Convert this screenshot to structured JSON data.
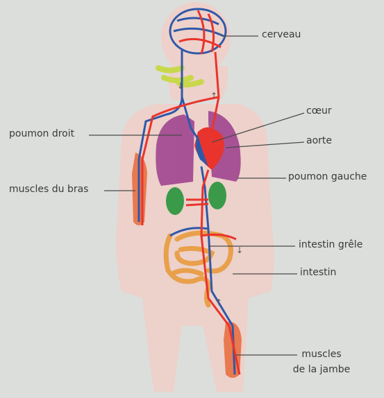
{
  "diagram": {
    "labels": {
      "cerveau": "cerveau",
      "coeur": "cœur",
      "aorte": "aorte",
      "poumon_droit": "poumon droit",
      "poumon_gauche": "poumon gauche",
      "muscles_bras": "muscles du bras",
      "intestin_grele": "intestin grêle",
      "intestin": "intestin",
      "muscles_jambe_line1": "muscles",
      "muscles_jambe_line2": "de la jambe"
    },
    "colors": {
      "background": "#dcdedb",
      "body": "#f0cfc8",
      "artery": "#e8342c",
      "vein": "#2f58a8",
      "lung": "#9b3d8c",
      "kidney": "#3a9a4a",
      "intestine": "#e8a04a",
      "muscle": "#e86a3a",
      "airway": "#c8d84a",
      "leader_line": "#4a4a4a"
    }
  }
}
